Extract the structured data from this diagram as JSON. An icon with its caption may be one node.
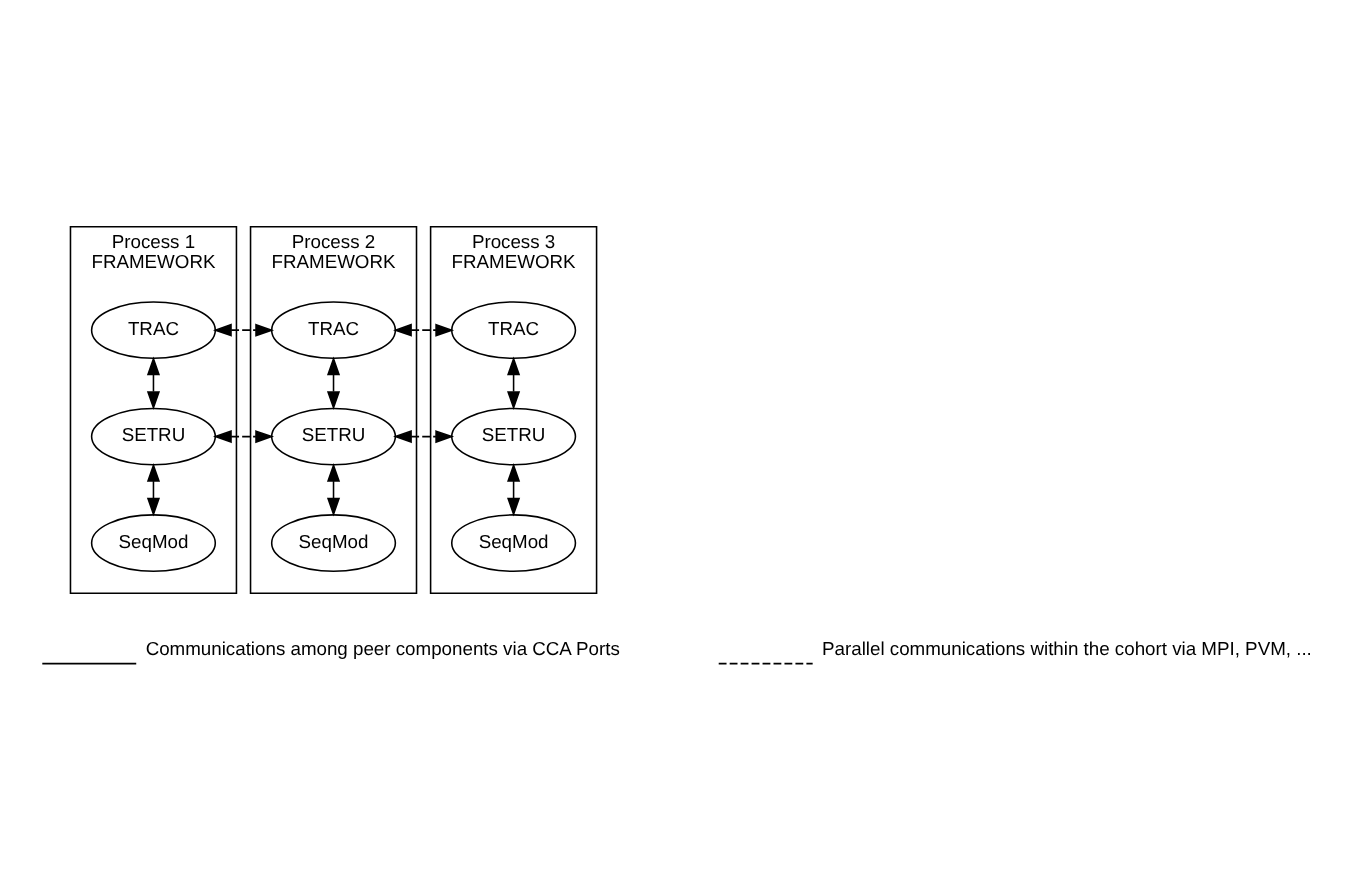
{
  "diagram": {
    "nodes": [
      {
        "text": [
          "Process 1",
          "FRAMEWORK"
        ]
      },
      {
        "text": [
          "TRAC"
        ],
        "in": 0
      },
      {
        "text": [
          "SETRU"
        ],
        "in": 0
      },
      {
        "text": [
          "SeqMod"
        ],
        "in": 0
      },
      {
        "text": [
          "Process 2",
          "FRAMEWORK"
        ]
      },
      {
        "text": [
          "TRAC"
        ],
        "in": 4
      },
      {
        "text": [
          "SETRU"
        ],
        "in": 4
      },
      {
        "text": [
          "SeqMod"
        ],
        "in": 4
      },
      {
        "text": [
          "Process 3",
          "FRAMEWORK"
        ]
      },
      {
        "text": [
          "TRAC"
        ],
        "in": 8
      },
      {
        "text": [
          "SETRU"
        ],
        "in": 8
      },
      {
        "text": [
          "SeqMod"
        ],
        "in": 8
      }
    ],
    "edges": [
      {
        "from": 1,
        "to": 2,
        "arrow": "both"
      },
      {
        "from": 2,
        "to": 3,
        "arrow": "both"
      },
      {
        "from": 5,
        "to": 6,
        "arrow": "both"
      },
      {
        "from": 6,
        "to": 7,
        "arrow": "both"
      },
      {
        "from": 9,
        "to": 10,
        "arrow": "both"
      },
      {
        "from": 10,
        "to": 11,
        "arrow": "both"
      },
      {
        "from": 1,
        "to": 5,
        "arrow": "both",
        "style": "dashed"
      },
      {
        "from": 5,
        "to": 9,
        "arrow": "both",
        "style": "dashed"
      },
      {
        "from": 2,
        "to": 6,
        "arrow": "both",
        "style": "dashed"
      },
      {
        "from": 6,
        "to": 10,
        "arrow": "both",
        "style": "dashed"
      }
    ],
    "legend": [
      {
        "text": "Communications among peer components via CCA Ports"
      },
      {
        "text": "Parallel communications within the cohort via MPI, PVM, ..."
      }
    ]
  }
}
